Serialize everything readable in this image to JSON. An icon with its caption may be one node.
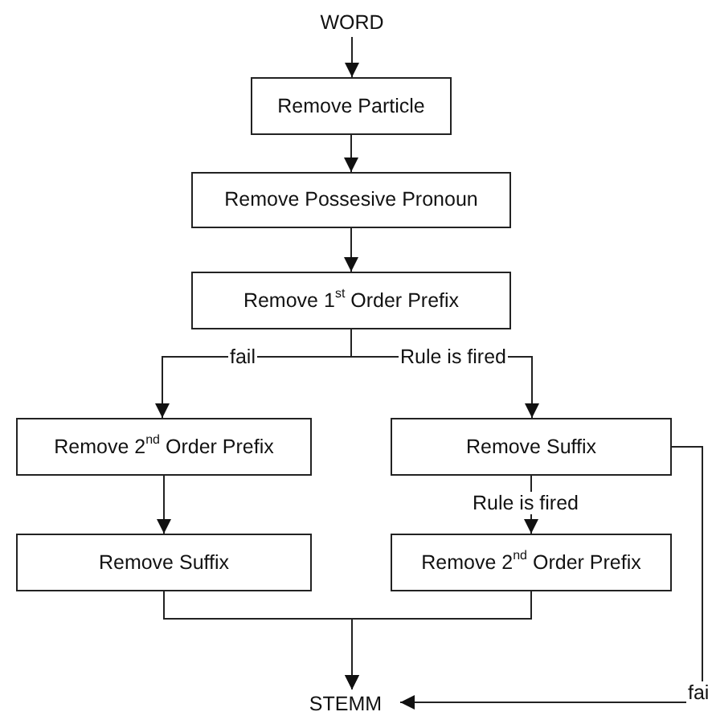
{
  "diagram": {
    "nodes": [
      {
        "text": [
          "WORD"
        ]
      },
      {
        "text": [
          "Remove Particle"
        ]
      },
      {
        "text": [
          "Remove Possesive Pronoun"
        ]
      },
      {
        "text": [
          "Remove 1$^{st}$ Order Prefix"
        ]
      },
      {
        "text": [
          "Remove 2$^{nd}$ Order Prefix"
        ]
      },
      {
        "text": [
          "Remove Suffix"
        ]
      },
      {
        "text": [
          "Remove Suffix"
        ]
      },
      {
        "text": [
          "Remove 2$^{nd}$ Order Prefix"
        ]
      },
      {
        "text": [
          "STEMM"
        ]
      }
    ],
    "edges": [
      {
        "from": 0,
        "to": 1,
        "arrow": "to"
      },
      {
        "from": 1,
        "to": 2,
        "arrow": "to"
      },
      {
        "from": 2,
        "to": 3,
        "arrow": "to"
      },
      {
        "from": 3,
        "to": 4,
        "arrow": "to",
        "label": "fail"
      },
      {
        "from": 3,
        "to": 5,
        "arrow": "to",
        "label": "Rule is fired"
      },
      {
        "from": 4,
        "to": 6,
        "arrow": "to"
      },
      {
        "from": 5,
        "to": 7,
        "arrow": "to",
        "label": "Rule is fired"
      },
      {
        "from": 6,
        "to": 8,
        "arrow": "to"
      },
      {
        "from": 7,
        "to": 8,
        "arrow": "to"
      },
      {
        "from": 5,
        "to": 8,
        "arrow": "to",
        "label": "fai"
      }
    ]
  }
}
